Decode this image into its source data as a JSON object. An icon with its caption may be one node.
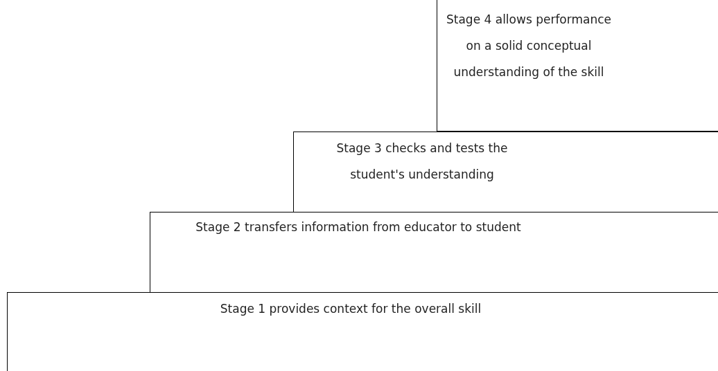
{
  "diagram": {
    "nodes": [
      {
        "text": [
          "Stage 4 allows performance on a solid conceptual understanding of the skill"
        ]
      },
      {
        "text": [
          "Stage 3 checks and tests the student's understanding"
        ]
      },
      {
        "text": [
          "Stage 2 transfers information from educator to student"
        ]
      },
      {
        "text": [
          "Stage 1 provides context for the overall skill"
        ]
      }
    ],
    "edges": []
  }
}
